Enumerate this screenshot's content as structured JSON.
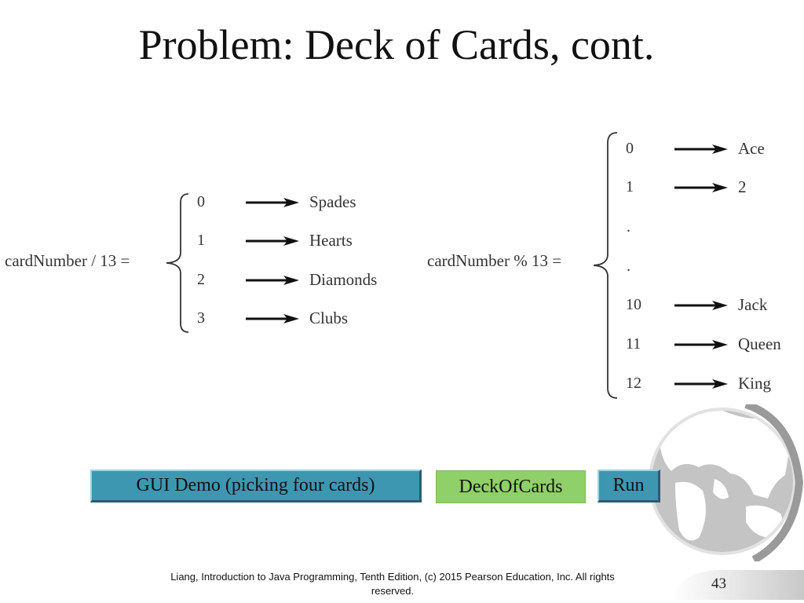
{
  "slide": {
    "title": "Problem: Deck of Cards, cont.",
    "page_number": "43",
    "footer": "Liang, Introduction to Java Programming, Tenth Edition, (c) 2015 Pearson Education, Inc. All rights reserved."
  },
  "left_mapping": {
    "expression": "cardNumber / 13 =",
    "rows": [
      {
        "number": "0",
        "label": "Spades"
      },
      {
        "number": "1",
        "label": "Hearts"
      },
      {
        "number": "2",
        "label": "Diamonds"
      },
      {
        "number": "3",
        "label": "Clubs"
      }
    ]
  },
  "right_mapping": {
    "expression": "cardNumber % 13 =",
    "rows": [
      {
        "number": "0",
        "label": "Ace"
      },
      {
        "number": "1",
        "label": "2"
      },
      {
        "number": ".",
        "label": ""
      },
      {
        "number": ".",
        "label": ""
      },
      {
        "number": "10",
        "label": "Jack"
      },
      {
        "number": "11",
        "label": "Queen"
      },
      {
        "number": "12",
        "label": "King"
      }
    ]
  },
  "buttons": {
    "gui_demo": "GUI Demo (picking four cards)",
    "deck_of_cards": "DeckOfCards",
    "run": "Run"
  },
  "colors": {
    "button_blue": "#3d97b0",
    "button_green": "#8fd068",
    "globe_gray": "#b9b9b9"
  },
  "icons": {
    "globe": "globe-icon",
    "arrow": "right-arrow-icon"
  }
}
